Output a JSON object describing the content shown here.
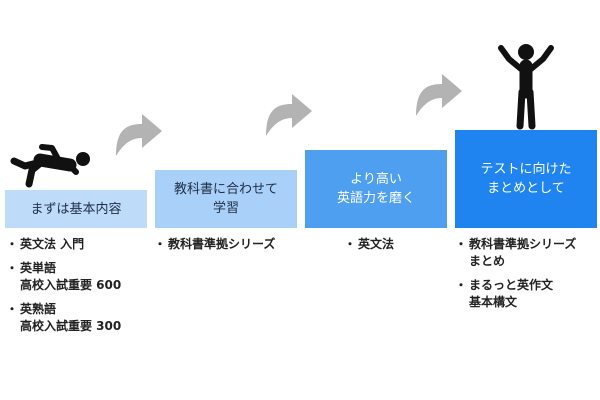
{
  "steps": [
    {
      "lines": [
        "まずは基本内容"
      ],
      "items": [
        {
          "lines": [
            "英文法 入門"
          ]
        },
        {
          "lines": [
            "英単語",
            "高校入試重要 600"
          ]
        },
        {
          "lines": [
            "英熟語",
            "高校入試重要 300"
          ]
        }
      ]
    },
    {
      "lines": [
        "教科書に合わせて",
        "学習"
      ],
      "items": [
        {
          "lines": [
            "教科書準拠シリーズ"
          ]
        }
      ]
    },
    {
      "lines": [
        "より高い",
        "英語力を磨く"
      ],
      "items": [
        {
          "lines": [
            "英文法"
          ]
        }
      ]
    },
    {
      "lines": [
        "テストに向けた",
        "まとめとして"
      ],
      "items": [
        {
          "lines": [
            "教科書準拠シリーズ",
            "まとめ"
          ]
        },
        {
          "lines": [
            "まるっと英作文",
            "基本構文"
          ]
        }
      ]
    }
  ],
  "colors": {
    "step_1": "#bedcfa",
    "step_2": "#a8d0f8",
    "step_3": "#4e9ff0",
    "step_4": "#1f84f0",
    "arrow": "#b3b3b3",
    "figure": "#111111"
  },
  "icons": [
    "running-person-icon",
    "curved-arrow-icon",
    "victory-person-icon"
  ]
}
